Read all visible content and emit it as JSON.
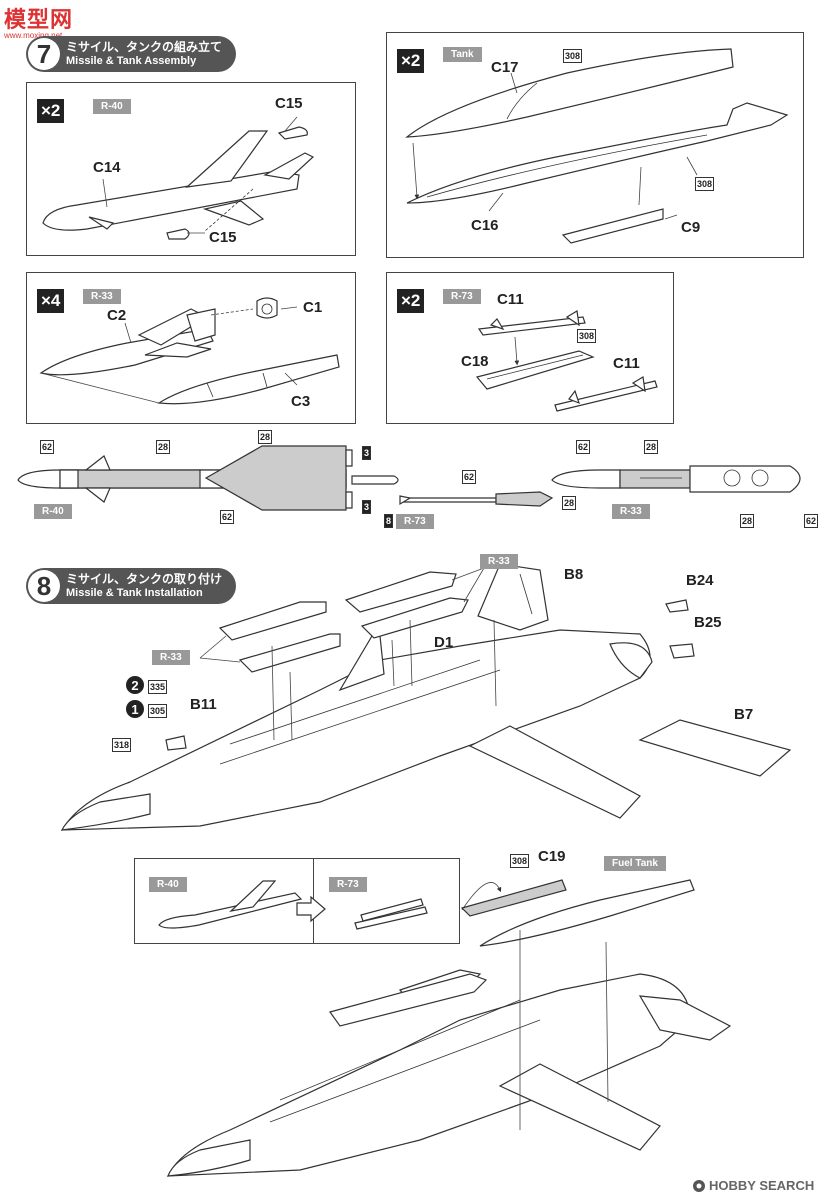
{
  "watermark": {
    "top_left": "模型网",
    "top_left_url": "www.moxing.net",
    "bottom_right": "HOBBY SEARCH"
  },
  "step7": {
    "number": "7",
    "title_jp": "ミサイル、タンクの組み立て",
    "title_en": "Missile & Tank  Assembly"
  },
  "step8": {
    "number": "8",
    "title_jp": "ミサイル、タンクの取り付け",
    "title_en": "Missile & Tank  Installation"
  },
  "panel_r40": {
    "qty": "×2",
    "tag": "R-40",
    "parts": [
      "C15",
      "C14",
      "C15"
    ]
  },
  "panel_tank": {
    "qty": "×2",
    "tag": "Tank",
    "parts": [
      "C17",
      "C16",
      "C9"
    ],
    "paints": [
      "308",
      "308"
    ]
  },
  "panel_r33": {
    "qty": "×4",
    "tag": "R-33",
    "parts": [
      "C1",
      "C2",
      "C3"
    ]
  },
  "panel_r73": {
    "qty": "×2",
    "tag": "R-73",
    "parts": [
      "C11",
      "C18",
      "C11"
    ],
    "paints": [
      "308"
    ]
  },
  "paint_guide": {
    "r40": {
      "label": "R-40",
      "paints": [
        "62",
        "28",
        "28",
        "62",
        "3",
        "3"
      ]
    },
    "r73": {
      "label": "R-73",
      "paints": [
        "62",
        "28",
        "8"
      ]
    },
    "r33": {
      "label": "R-33",
      "paints": [
        "62",
        "28",
        "28",
        "62"
      ]
    }
  },
  "install": {
    "tags": [
      "R-33",
      "R-33"
    ],
    "parts": [
      "B8",
      "B24",
      "D1",
      "B25",
      "B11",
      "B7"
    ],
    "paints": [
      "335",
      "305",
      "318"
    ],
    "circle_nums": [
      "2",
      "1"
    ]
  },
  "alt": {
    "r40_tag": "R-40",
    "r73_tag": "R-73",
    "parts": [
      "C19"
    ],
    "paints": [
      "308"
    ],
    "fuel_tag": "Fuel Tank"
  }
}
